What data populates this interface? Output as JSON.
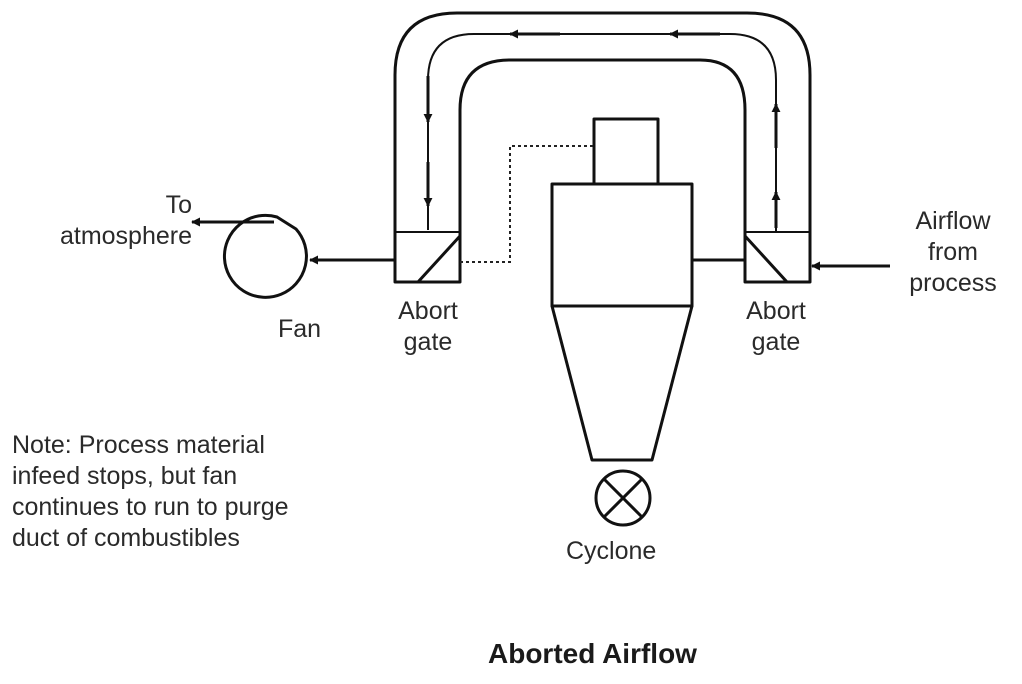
{
  "labels": {
    "to_atmosphere": [
      "To",
      "atmosphere"
    ],
    "fan": "Fan",
    "abort_gate_left": [
      "Abort",
      "gate"
    ],
    "abort_gate_right": [
      "Abort",
      "gate"
    ],
    "airflow_from_process": [
      "Airflow",
      "from",
      "process"
    ],
    "cyclone": "Cyclone"
  },
  "note": [
    "Note: Process material",
    "infeed stops, but fan",
    "continues to run to purge",
    "duct of combustibles"
  ],
  "title": "Aborted Airflow",
  "colors": {
    "line": "#111111",
    "text": "#2a2a2a",
    "background": "#ffffff"
  }
}
